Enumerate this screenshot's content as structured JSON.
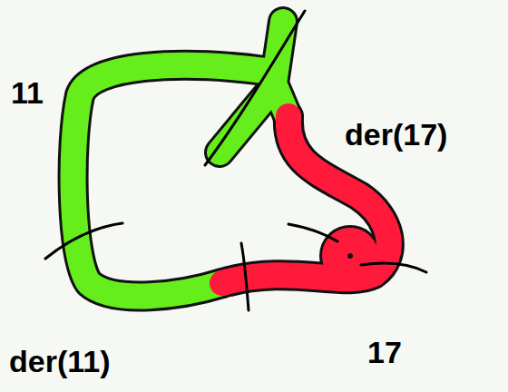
{
  "diagram": {
    "labels": [
      "11",
      "der(17)",
      "der(11)",
      "17"
    ]
  }
}
